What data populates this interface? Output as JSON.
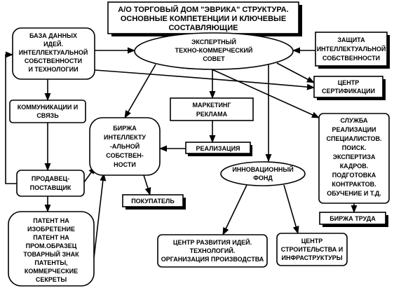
{
  "title": {
    "lines": [
      "А/О ТОРГОВЫЙ ДОМ \"ЭВРИКА\" СТРУКТУРА.",
      "ОСНОВНЫЕ КОМПЕТЕНЦИИ И КЛЮЧЕВЫЕ",
      "СОСТАВЛЯЮЩИЕ"
    ]
  },
  "nodes": {
    "idea_db": {
      "lines": [
        "БАЗА ДАННЫХ",
        "ИДЕЙ.",
        "ИНТЕЛЛЕКТУАЛЬНОЙ",
        "СОБСТВЕННОСТИ",
        "И ТЕХНОЛОГИИ"
      ]
    },
    "expert_council": {
      "lines": [
        "ЭКСПЕРТНЫЙ",
        "ТЕХНО-КОММЕРЧЕСКИЙ",
        "СОВЕТ"
      ]
    },
    "ip_protection": {
      "lines": [
        "ЗАЩИТА",
        "ИНТЕЛЛЕКТУАЛЬНОЙ",
        "СОБСТВЕННОСТИ"
      ]
    },
    "certification": {
      "lines": [
        "ЦЕНТР",
        "СЕРТИФИКАЦИИ"
      ]
    },
    "communications": {
      "lines": [
        "КОММУНИКАЦИИ И",
        "СВЯЗЬ"
      ]
    },
    "marketing": {
      "lines": [
        "МАРКЕТИНГ",
        "РЕКЛАМА"
      ]
    },
    "exchange": {
      "lines": [
        "БИРЖА",
        "ИНТЕЛЛЕКТУ",
        "-АЛЬНОЙ",
        "СОБСТВЕН-",
        "НОСТИ"
      ]
    },
    "sales": {
      "lines": [
        "РЕАЛИЗАЦИЯ"
      ]
    },
    "services": {
      "lines": [
        "СЛУЖБА",
        "РЕАЛИЗАЦИИ",
        "СПЕЦИАЛИСТОВ.",
        "ПОИСК.",
        "ЭКСПЕРТИЗА",
        "КАДРОВ.",
        "ПОДГОТОВКА",
        "КОНТРАКТОВ.",
        "ОБУЧЕНИЕ И Т.Д."
      ]
    },
    "innovation_fund": {
      "lines": [
        "ИННОВАЦИОННЫЙ",
        "ФОНД"
      ]
    },
    "seller": {
      "lines": [
        "ПРОДАВЕЦ-",
        "ПОСТАВЩИК"
      ]
    },
    "buyer": {
      "lines": [
        "ПОКУПАТЕЛЬ"
      ]
    },
    "labor_exchange": {
      "lines": [
        "БИРЖА ТРУДА"
      ]
    },
    "patents": {
      "lines": [
        "ПАТЕНТ НА",
        "ИЗОБРЕТЕНИЕ",
        "ПАТЕНТ НА",
        "ПРОМ.ОБРАЗЕЦ",
        "ТОВАРНЫЙ ЗНАК",
        "ПАТЕНТЫ,",
        "КОММЕРЧЕСКИЕ",
        "СЕКРЕТЫ"
      ]
    },
    "ideas_center": {
      "lines": [
        "ЦЕНТР РАЗВИТИЯ ИДЕЙ.",
        "ТЕХНОЛОГИЙ.",
        "ОРГАНИЗАЦИЯ ПРОИЗВОДСТВА"
      ]
    },
    "construction_center": {
      "lines": [
        "ЦЕНТР",
        "СТРОИТЕЛЬСТВА И",
        "ИНФРАСТРУКТУРЫ"
      ]
    }
  }
}
